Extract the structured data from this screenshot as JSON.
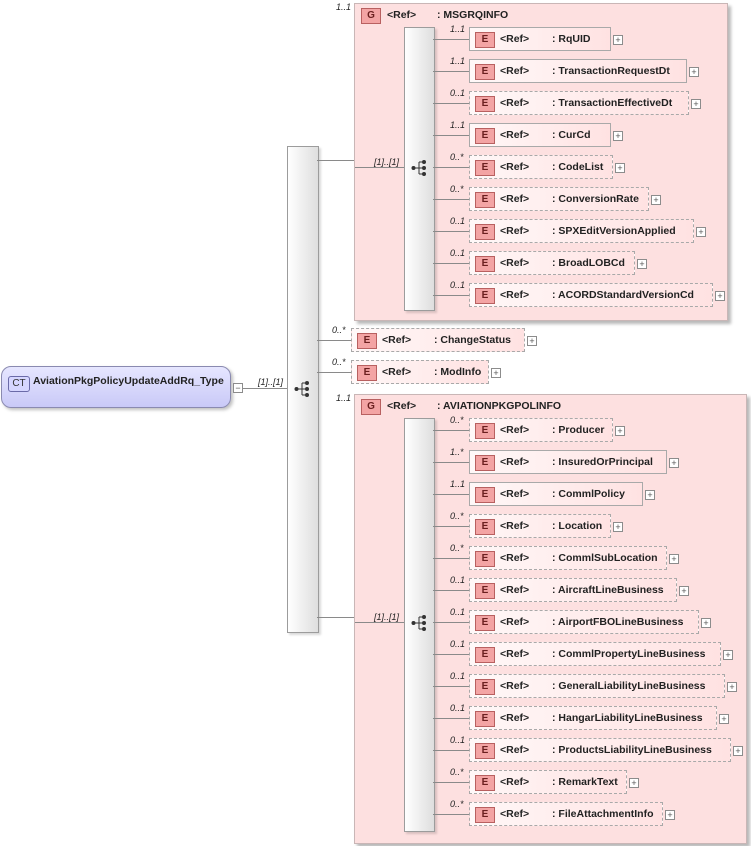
{
  "colors": {
    "group_fill": "#fde0e0",
    "element_badge": "#f3a4a4",
    "complex_type": "#cfcff8"
  },
  "root": {
    "badge": "CT",
    "name": "AviationPkgPolicyUpdateAddRq_Type",
    "cardinality": "[1]..[1]"
  },
  "msgrqinfo_group": {
    "badge": "G",
    "ref": "<Ref>",
    "name": ": MSGRQINFO",
    "card": "1..1",
    "seq_card": "[1]..[1]",
    "elements": [
      {
        "badge": "E",
        "ref": "<Ref>",
        "name": ": RqUID",
        "card": "1..1",
        "optional": false
      },
      {
        "badge": "E",
        "ref": "<Ref>",
        "name": ": TransactionRequestDt",
        "card": "1..1",
        "optional": false
      },
      {
        "badge": "E",
        "ref": "<Ref>",
        "name": ": TransactionEffectiveDt",
        "card": "0..1",
        "optional": true
      },
      {
        "badge": "E",
        "ref": "<Ref>",
        "name": ": CurCd",
        "card": "1..1",
        "optional": false
      },
      {
        "badge": "E",
        "ref": "<Ref>",
        "name": ": CodeList",
        "card": "0..*",
        "optional": true
      },
      {
        "badge": "E",
        "ref": "<Ref>",
        "name": ": ConversionRate",
        "card": "0..*",
        "optional": true
      },
      {
        "badge": "E",
        "ref": "<Ref>",
        "name": ": SPXEditVersionApplied",
        "card": "0..1",
        "optional": true
      },
      {
        "badge": "E",
        "ref": "<Ref>",
        "name": ": BroadLOBCd",
        "card": "0..1",
        "optional": true
      },
      {
        "badge": "E",
        "ref": "<Ref>",
        "name": ": ACORDStandardVersionCd",
        "card": "0..1",
        "optional": true
      }
    ]
  },
  "middle_elements": [
    {
      "badge": "E",
      "ref": "<Ref>",
      "name": ": ChangeStatus",
      "card": "0..*",
      "optional": true
    },
    {
      "badge": "E",
      "ref": "<Ref>",
      "name": ": ModInfo",
      "card": "0..*",
      "optional": true
    }
  ],
  "aviation_group": {
    "badge": "G",
    "ref": "<Ref>",
    "name": ": AVIATIONPKGPOLINFO",
    "card": "1..1",
    "seq_card": "[1]..[1]",
    "elements": [
      {
        "badge": "E",
        "ref": "<Ref>",
        "name": ": Producer",
        "card": "0..*",
        "optional": true
      },
      {
        "badge": "E",
        "ref": "<Ref>",
        "name": ": InsuredOrPrincipal",
        "card": "1..*",
        "optional": false
      },
      {
        "badge": "E",
        "ref": "<Ref>",
        "name": ": CommlPolicy",
        "card": "1..1",
        "optional": false
      },
      {
        "badge": "E",
        "ref": "<Ref>",
        "name": ": Location",
        "card": "0..*",
        "optional": true
      },
      {
        "badge": "E",
        "ref": "<Ref>",
        "name": ": CommlSubLocation",
        "card": "0..*",
        "optional": true
      },
      {
        "badge": "E",
        "ref": "<Ref>",
        "name": ": AircraftLineBusiness",
        "card": "0..1",
        "optional": true
      },
      {
        "badge": "E",
        "ref": "<Ref>",
        "name": ": AirportFBOLineBusiness",
        "card": "0..1",
        "optional": true
      },
      {
        "badge": "E",
        "ref": "<Ref>",
        "name": ": CommlPropertyLineBusiness",
        "card": "0..1",
        "optional": true
      },
      {
        "badge": "E",
        "ref": "<Ref>",
        "name": ": GeneralLiabilityLineBusiness",
        "card": "0..1",
        "optional": true
      },
      {
        "badge": "E",
        "ref": "<Ref>",
        "name": ": HangarLiabilityLineBusiness",
        "card": "0..1",
        "optional": true
      },
      {
        "badge": "E",
        "ref": "<Ref>",
        "name": ": ProductsLiabilityLineBusiness",
        "card": "0..1",
        "optional": true
      },
      {
        "badge": "E",
        "ref": "<Ref>",
        "name": ": RemarkText",
        "card": "0..*",
        "optional": true
      },
      {
        "badge": "E",
        "ref": "<Ref>",
        "name": ": FileAttachmentInfo",
        "card": "0..*",
        "optional": true
      }
    ]
  }
}
